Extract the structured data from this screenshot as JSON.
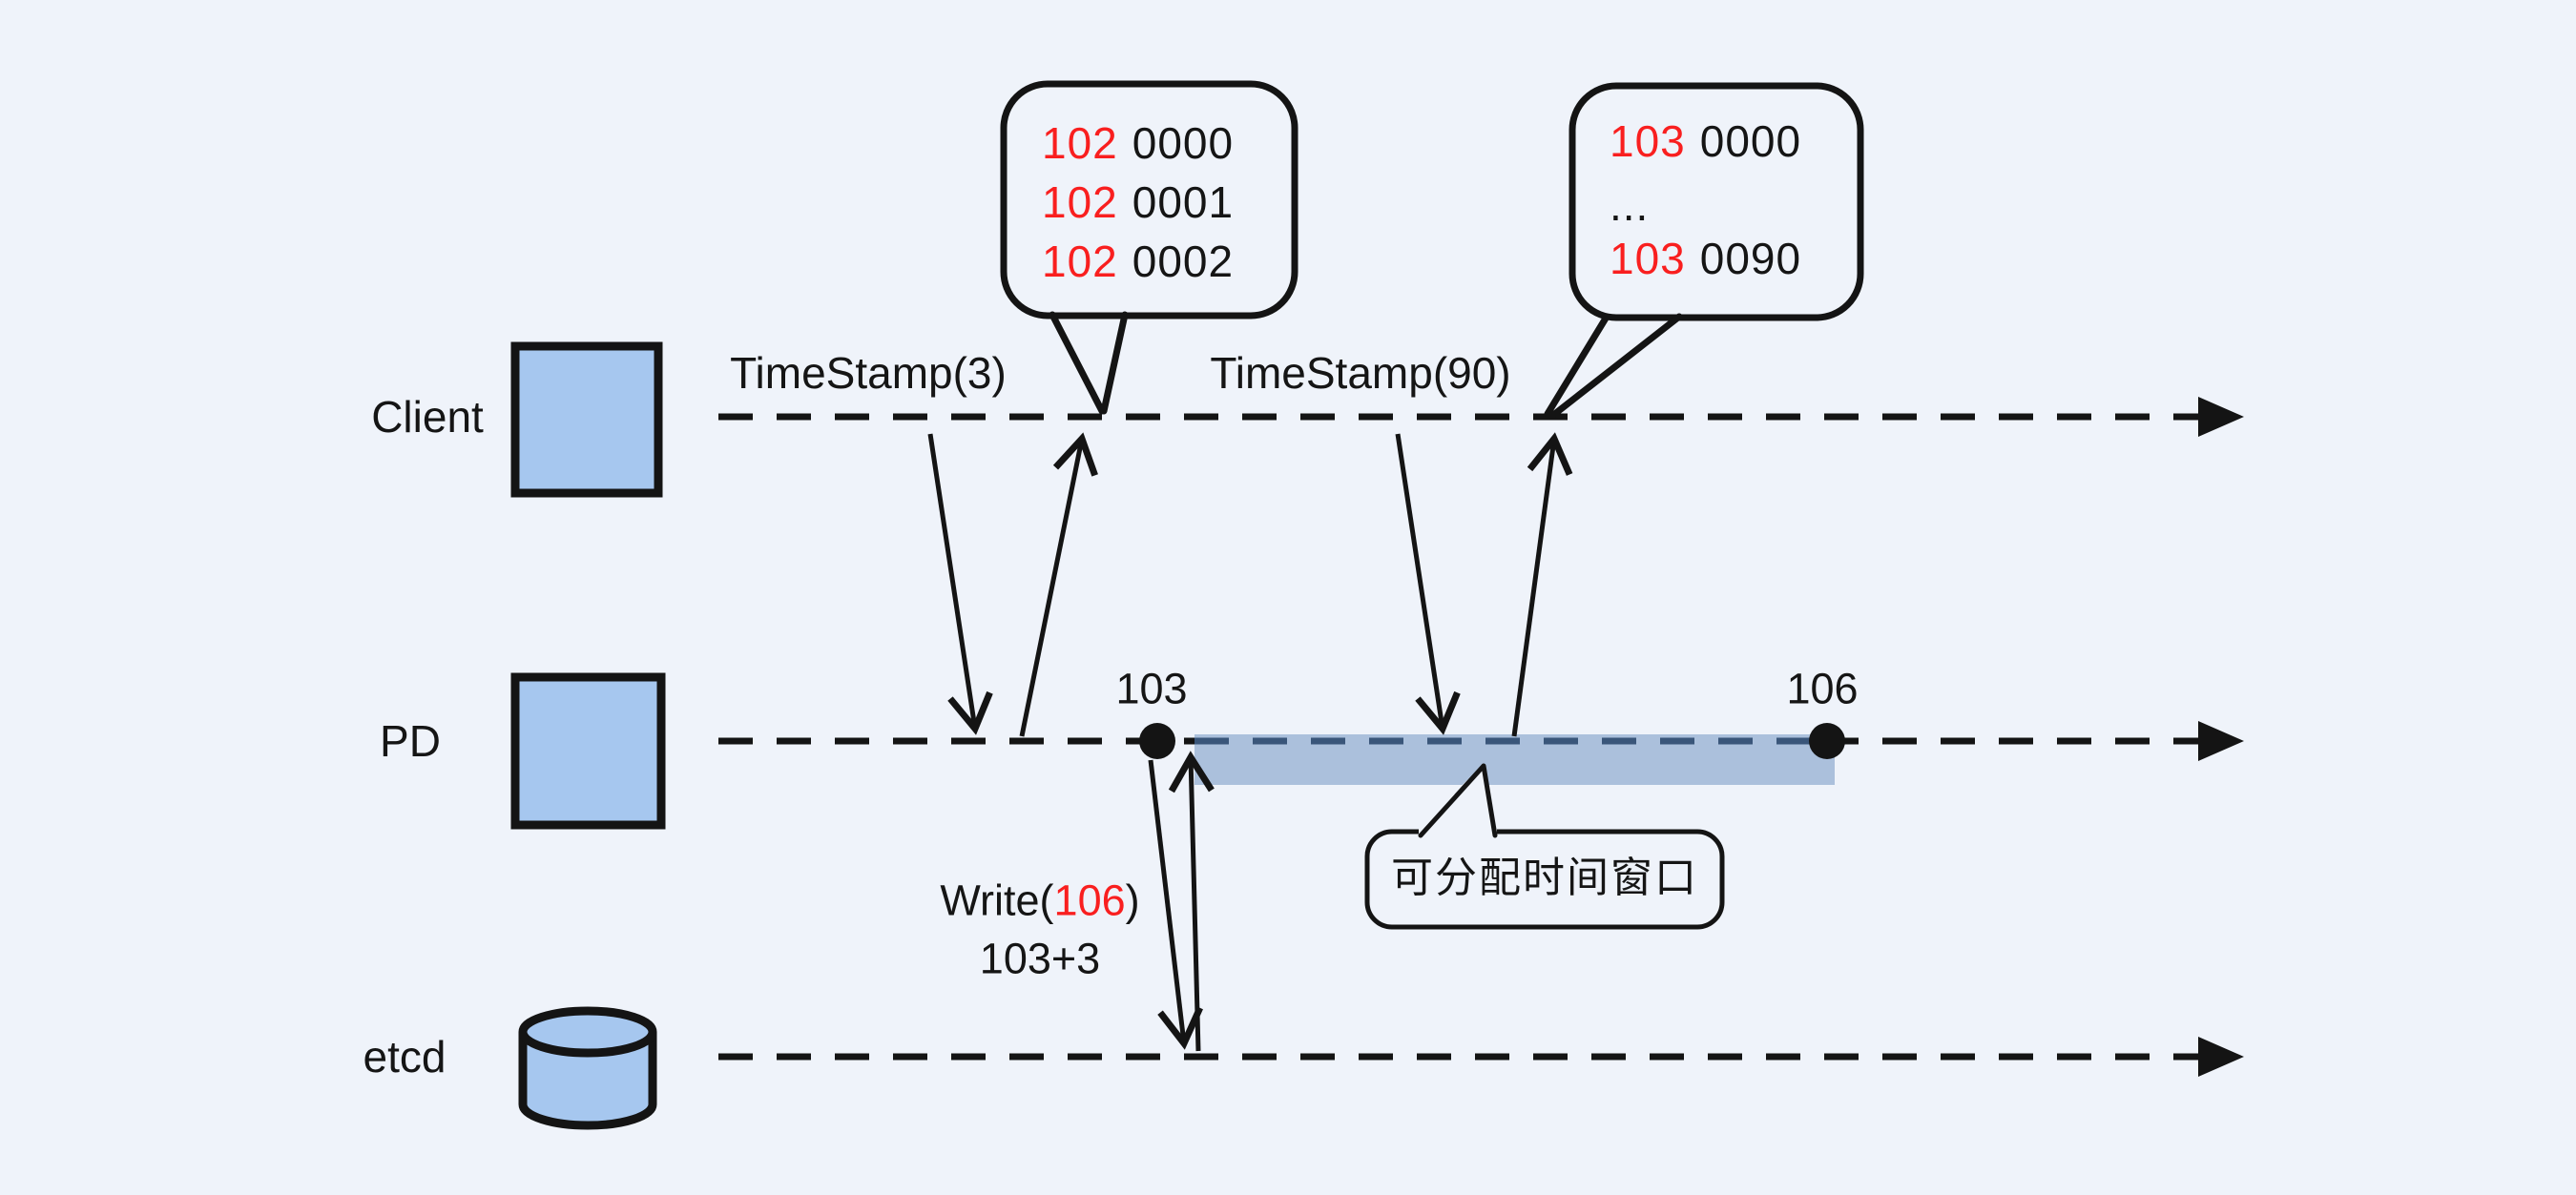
{
  "colors": {
    "background": "#EFF3FA",
    "node_fill": "#A6C7EF",
    "outline": "#141414",
    "band_fill": "#ABC0DC",
    "band_dash": "#3A567A",
    "highlight_red": "#F91F1F"
  },
  "lanes": {
    "client": "Client",
    "pd": "PD",
    "etcd": "etcd"
  },
  "requests": {
    "ts3": "TimeStamp(3)",
    "ts90": "TimeStamp(90)"
  },
  "bubbles": {
    "ts3": {
      "lines": [
        {
          "red": "102",
          "black": "0000"
        },
        {
          "red": "102",
          "black": "0001"
        },
        {
          "red": "102",
          "black": "0002"
        }
      ]
    },
    "ts90": {
      "lines": [
        {
          "red": "103",
          "black": "0000"
        },
        {
          "red": "",
          "black": "..."
        },
        {
          "red": "103",
          "black": "0090"
        }
      ]
    }
  },
  "pd_points": {
    "window_start": "103",
    "window_end": "106"
  },
  "write": {
    "prefix": "Write(",
    "value": "106",
    "suffix": ")",
    "calc": "103+3"
  },
  "window_label": "可分配时间窗口"
}
